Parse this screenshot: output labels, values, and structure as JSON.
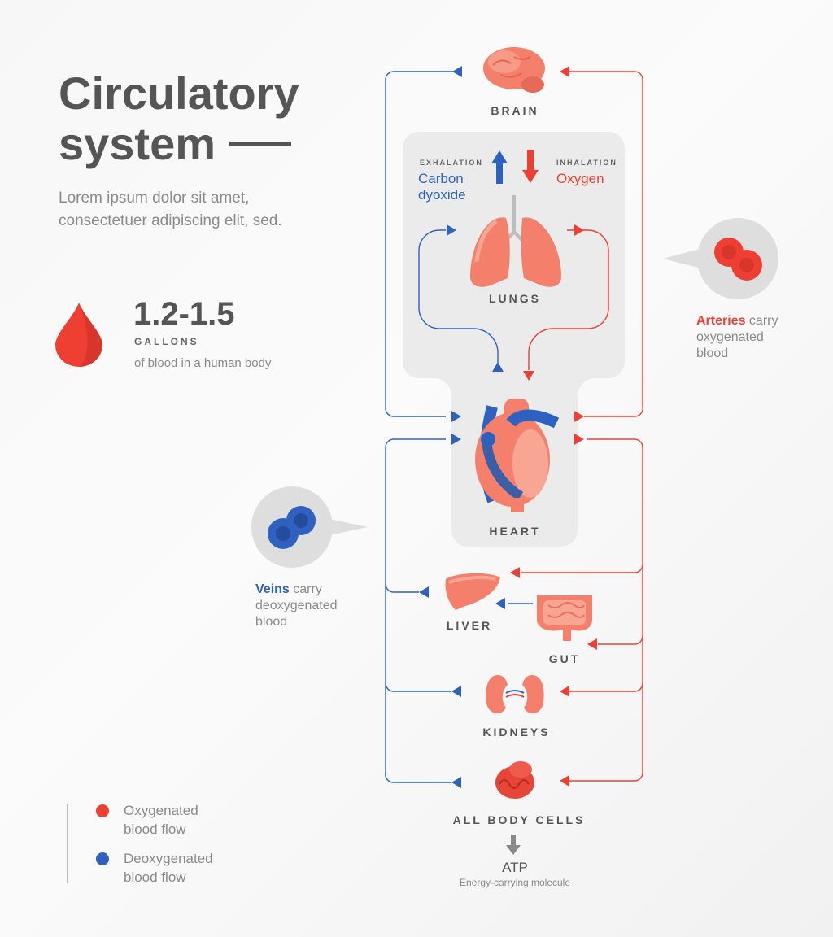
{
  "header": {
    "title_line1": "Circulatory",
    "title_line2": "system",
    "subtitle_line1": "Lorem ipsum dolor sit amet,",
    "subtitle_line2": "consectetuer adipiscing elit, sed."
  },
  "stat": {
    "value": "1.2-1.5",
    "unit": "GALLONS",
    "description": "of blood in a human body"
  },
  "diagram": {
    "organs": {
      "brain": "BRAIN",
      "lungs": "LUNGS",
      "heart": "HEART",
      "liver": "LIVER",
      "gut": "GUT",
      "kidneys": "KIDNEYS",
      "cells": "ALL BODY CELLS"
    },
    "exhalation": {
      "label": "EXHALATION",
      "line1": "Carbon",
      "line2": "dyoxide"
    },
    "inhalation": {
      "label": "INHALATION",
      "line1": "Oxygen"
    },
    "atp": {
      "label": "ATP",
      "description": "Energy-carrying molecule"
    }
  },
  "notes": {
    "arteries": {
      "highlight": "Arteries",
      "rest1": " carry",
      "line2": "oxygenated",
      "line3": "blood"
    },
    "veins": {
      "highlight": "Veins",
      "rest1": " carry",
      "line2": "deoxygenated",
      "line3": "blood"
    }
  },
  "legend": {
    "oxygenated": {
      "line1": "Oxygenated",
      "line2": "blood flow"
    },
    "deoxygenated": {
      "line1": "Deoxygenated",
      "line2": "blood flow"
    }
  },
  "colors": {
    "oxygenated": "#ef3f33",
    "deoxygenated": "#2f62c0",
    "organ": "#f47f6b",
    "panel": "#ebebeb",
    "text": "#555555"
  },
  "icons": [
    "blood-drop-icon",
    "brain-icon",
    "lungs-icon",
    "heart-icon",
    "liver-icon",
    "gut-icon",
    "kidneys-icon",
    "cells-icon",
    "red-blood-cells-icon",
    "blue-blood-cells-icon"
  ]
}
